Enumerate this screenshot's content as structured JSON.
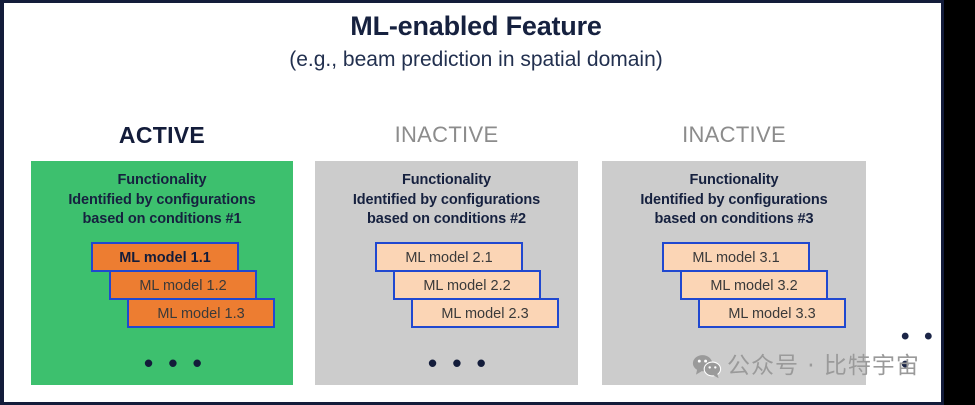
{
  "header": {
    "title": "ML-enabled Feature",
    "subtitle": "(e.g., beam prediction in spatial domain)"
  },
  "colors": {
    "active_panel": "#3dc06e",
    "inactive_panel": "#cccccc",
    "active_card": "#ed7d31",
    "inactive_card": "#fbd5b5",
    "card_border": "#2048d0",
    "title_text": "#16213f",
    "inactive_label": "#8c8c8c",
    "frame": "#131c3a"
  },
  "columns": [
    {
      "state_label": "ACTIVE",
      "state": "active",
      "panel_title": "Functionality\nIdentified by configurations\nbased on conditions #1",
      "panel_title_lines": [
        "Functionality",
        "Identified by configurations",
        "based on conditions #1"
      ],
      "cards": [
        {
          "label": "ML model 1.1",
          "emphasis": "bold"
        },
        {
          "label": "ML model 1.2",
          "emphasis": "normal"
        },
        {
          "label": "ML model 1.3",
          "emphasis": "normal"
        }
      ],
      "ellipsis": "• • •"
    },
    {
      "state_label": "INACTIVE",
      "state": "inactive",
      "panel_title": "Functionality\nIdentified by configurations\nbased on conditions #2",
      "panel_title_lines": [
        "Functionality",
        "Identified by configurations",
        "based on conditions #2"
      ],
      "cards": [
        {
          "label": "ML model 2.1",
          "emphasis": "normal"
        },
        {
          "label": "ML model 2.2",
          "emphasis": "normal"
        },
        {
          "label": "ML model 2.3",
          "emphasis": "normal"
        }
      ],
      "ellipsis": "• • •"
    },
    {
      "state_label": "INACTIVE",
      "state": "inactive",
      "panel_title": "Functionality\nIdentified by configurations\nbased on conditions #3",
      "panel_title_lines": [
        "Functionality",
        "Identified by configurations",
        "based on conditions #3"
      ],
      "cards": [
        {
          "label": "ML model 3.1",
          "emphasis": "normal"
        },
        {
          "label": "ML model 3.2",
          "emphasis": "normal"
        },
        {
          "label": "ML model 3.3",
          "emphasis": "normal"
        }
      ],
      "ellipsis": "• • •"
    }
  ],
  "overflow_ellipsis": "• • •",
  "watermark": {
    "icon": "wechat-icon",
    "text": "公众号 · 比特宇宙"
  }
}
